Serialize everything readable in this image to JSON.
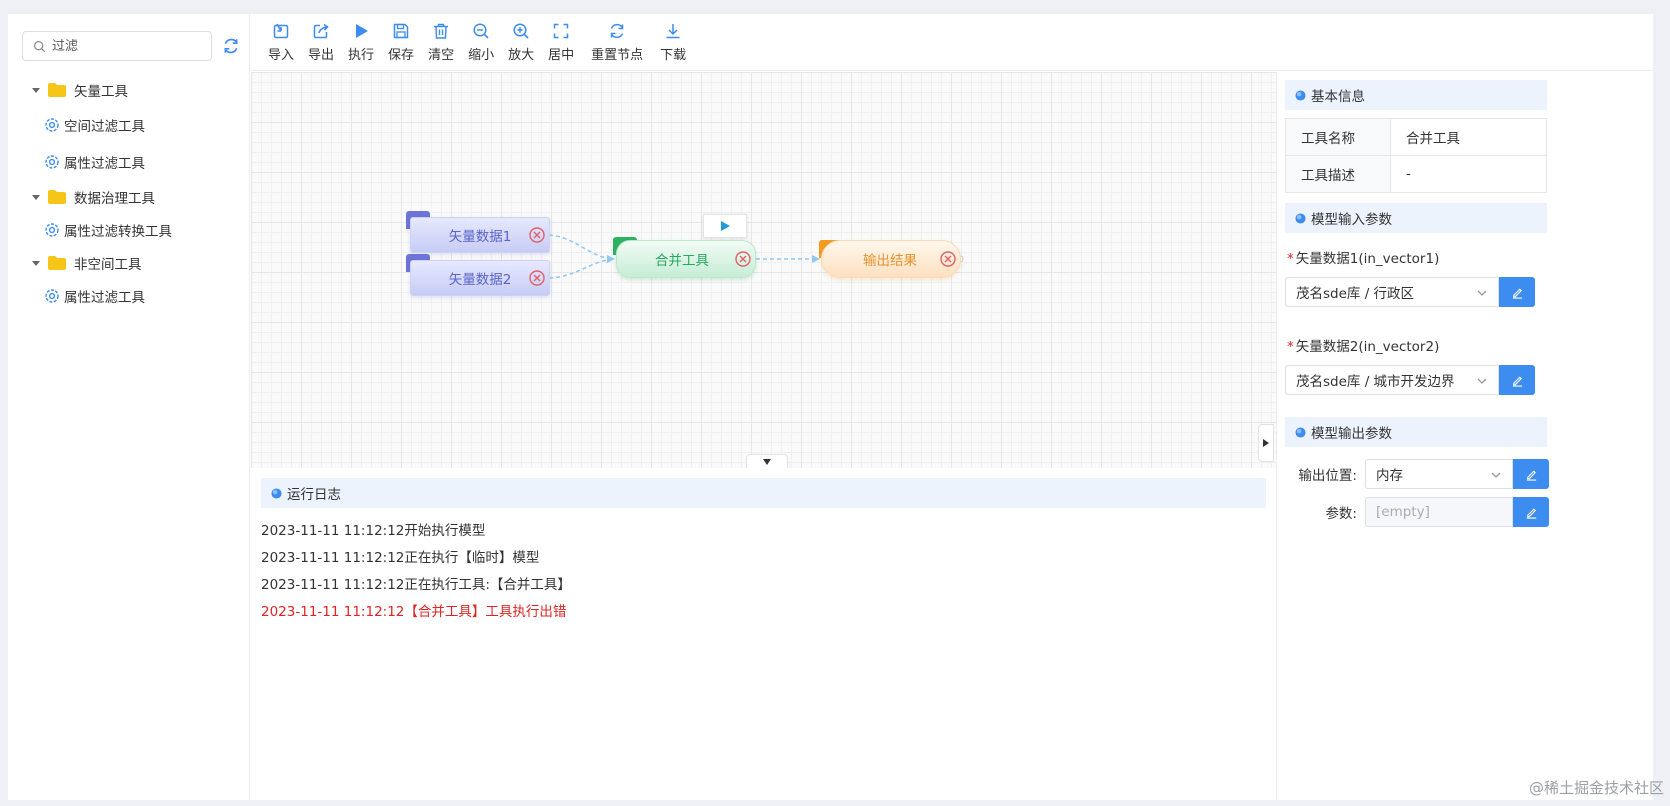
{
  "sidebar": {
    "filter_placeholder": "过滤",
    "tree": [
      {
        "label": "矢量工具",
        "children": [
          "空间过滤工具",
          "属性过滤工具"
        ]
      },
      {
        "label": "数据治理工具",
        "children": [
          "属性过滤转换工具"
        ]
      },
      {
        "label": "非空间工具",
        "children": [
          "属性过滤工具"
        ]
      }
    ]
  },
  "toolbar": {
    "items": [
      "导入",
      "导出",
      "执行",
      "保存",
      "清空",
      "缩小",
      "放大",
      "居中",
      "重置节点",
      "下载"
    ]
  },
  "canvas": {
    "nodes": {
      "vector1": "矢量数据1",
      "vector2": "矢量数据2",
      "merge": "合并工具",
      "output": "输出结果"
    }
  },
  "log": {
    "title": "运行日志",
    "lines": [
      "2023-11-11 11:12:12开始执行模型",
      "2023-11-11 11:12:12正在执行【临时】模型",
      "2023-11-11 11:12:12正在执行工具:【合并工具】",
      "2023-11-11 11:12:12【合并工具】工具执行出错"
    ]
  },
  "panel": {
    "basic": {
      "title": "基本信息",
      "rows": [
        {
          "key": "工具名称",
          "value": "合并工具"
        },
        {
          "key": "工具描述",
          "value": "-"
        }
      ]
    },
    "input": {
      "title": "模型输入参数",
      "params": [
        {
          "label": "矢量数据1(in_vector1)",
          "value": "茂名sde库 / 行政区"
        },
        {
          "label": "矢量数据2(in_vector2)",
          "value": "茂名sde库 / 城市开发边界"
        }
      ]
    },
    "output": {
      "title": "模型输出参数",
      "location_label": "输出位置:",
      "location_value": "内存",
      "param_label": "参数:",
      "param_value": "[empty]"
    }
  },
  "watermark": "@稀土掘金技术社区",
  "colors": {
    "accent": "#3d8cf0",
    "error": "#e02424",
    "vector_node": "#5b64c9",
    "merge_node": "#27a860",
    "output_node": "#e4932e",
    "folder": "#f5c518"
  }
}
